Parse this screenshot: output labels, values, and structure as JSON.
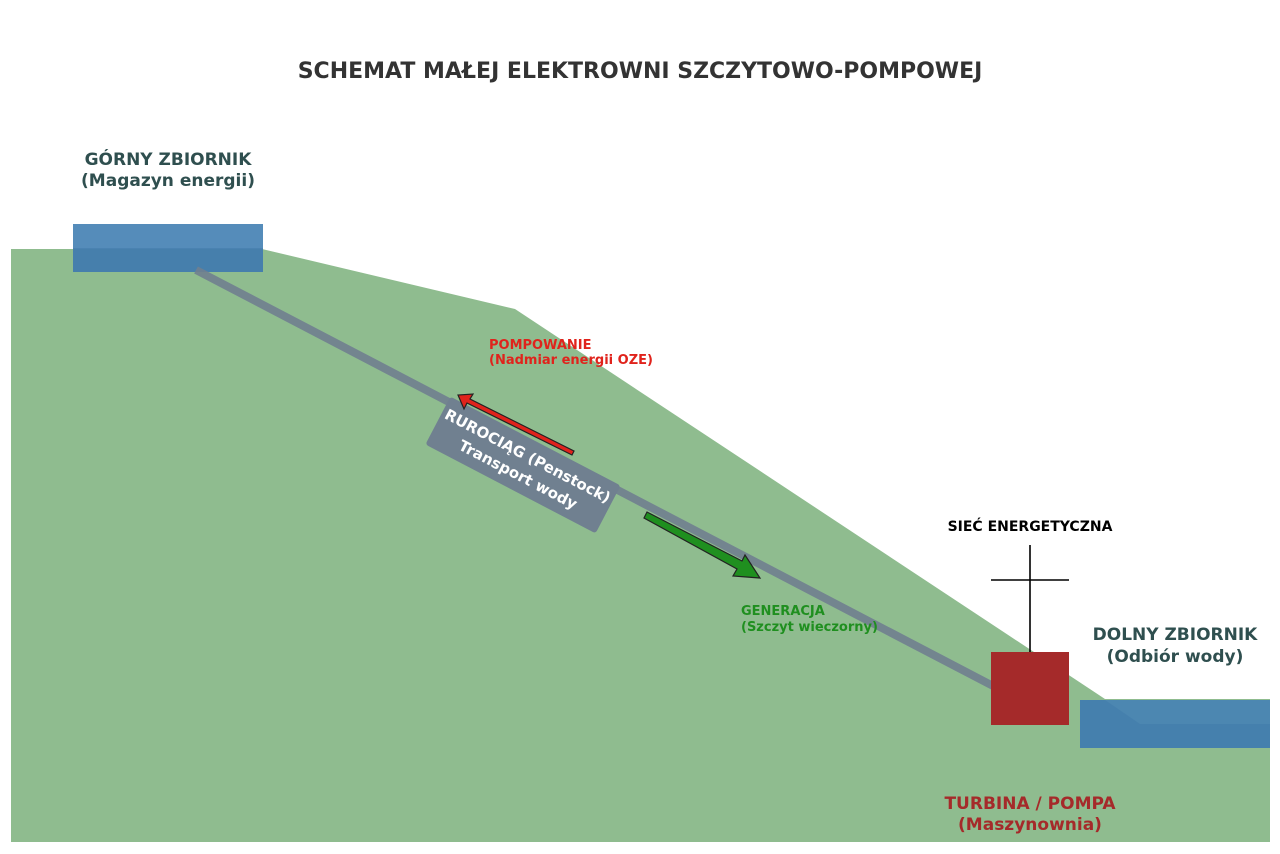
{
  "title": "SCHEMAT MAŁEJ ELEKTROWNI SZCZYTOWO-POMPOWEJ",
  "upper_reservoir": {
    "name": "GÓRNY ZBIORNIK",
    "note": "(Magazyn energii)"
  },
  "lower_reservoir": {
    "name": "DOLNY ZBIORNIK",
    "note": "(Odbiór wody)"
  },
  "penstock": {
    "name": "RUROCIĄG (Penstock)",
    "note": "Transport wody"
  },
  "pumping": {
    "label": "POMPOWANIE",
    "note": "(Nadmiar energii OZE)"
  },
  "generation": {
    "label": "GENERACJA",
    "note": "(Szczyt wieczorny)"
  },
  "grid": {
    "label": "SIEĆ ENERGETYCZNA"
  },
  "turbine": {
    "name": "TURBINA / POMPA",
    "note": "(Maszynownia)"
  },
  "colors": {
    "terrain": "#8fbc8f",
    "water": "#4682b4",
    "pipe": "#708090",
    "turbine": "#a52a2a",
    "pumping": "#e0231c",
    "generation": "#1f8f1f",
    "heading": "#2f4f4f",
    "title": "#333333"
  }
}
